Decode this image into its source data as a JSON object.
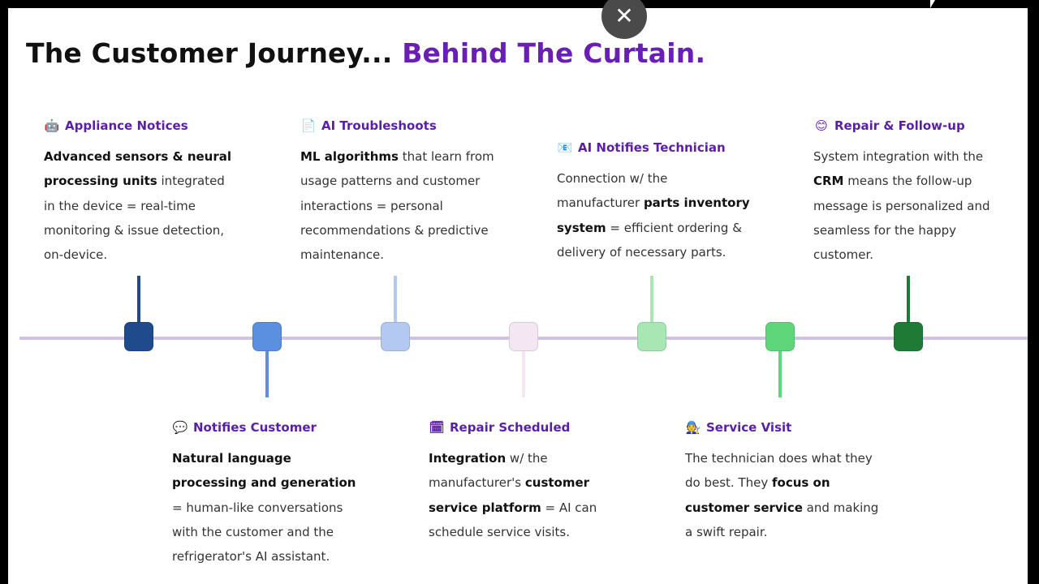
{
  "title": {
    "main": "The Customer Journey...",
    "accent": "Behind The Curtain."
  },
  "close_icon": "✕",
  "steps": [
    {
      "icon": "🤖",
      "icon_name": "robot-icon",
      "title": "Appliance Notices",
      "color": "#1f4a8c",
      "text": [
        {
          "b": "Advanced sensors & neural processing units"
        },
        {
          "t": " integrated in the device = real-time monitoring & issue detection, on-device."
        }
      ]
    },
    {
      "icon": "💬",
      "icon_name": "speech-bubble-icon",
      "title": "Notifies Customer",
      "color": "#5b8fe0",
      "text": [
        {
          "b": "Natural language processing and generation"
        },
        {
          "t": " = human-like conversations with the customer and the refrigerator's AI assistant."
        }
      ]
    },
    {
      "icon": "📄",
      "icon_name": "document-icon",
      "title": "AI Troubleshoots",
      "color": "#b3c9f2",
      "text": [
        {
          "b": "ML algorithms"
        },
        {
          "t": " that learn from usage patterns and customer interactions = personal recommendations & predictive maintenance."
        }
      ]
    },
    {
      "icon": "🗓",
      "icon_name": "calendar-icon",
      "title": "Repair Scheduled",
      "color": "#f5e6f3",
      "text": [
        {
          "b": "Integration"
        },
        {
          "t": " w/ the manufacturer's "
        },
        {
          "b": "customer service platform"
        },
        {
          "t": " = AI can schedule service visits."
        }
      ]
    },
    {
      "icon": "📧",
      "icon_name": "email-icon",
      "title": "AI Notifies Technician",
      "color": "#a8e6b3",
      "text": [
        {
          "t": "Connection w/ the manufacturer "
        },
        {
          "b": "parts inventory system"
        },
        {
          "t": " = efficient ordering & delivery of necessary parts."
        }
      ]
    },
    {
      "icon": "🧑‍🔧",
      "icon_name": "technician-icon",
      "title": "Service Visit",
      "color": "#5fd679",
      "text": [
        {
          "t": "The technician does what they do best. They "
        },
        {
          "b": "focus on customer service"
        },
        {
          "t": " and making a swift repair."
        }
      ]
    },
    {
      "icon": "😊",
      "icon_name": "smiling-face-icon",
      "title": "Repair & Follow-up",
      "color": "#1f7a36",
      "text": [
        {
          "t": "System integration with the "
        },
        {
          "b": "CRM"
        },
        {
          "t": " means the follow-up message is personalized and seamless for the happy customer."
        }
      ]
    }
  ]
}
